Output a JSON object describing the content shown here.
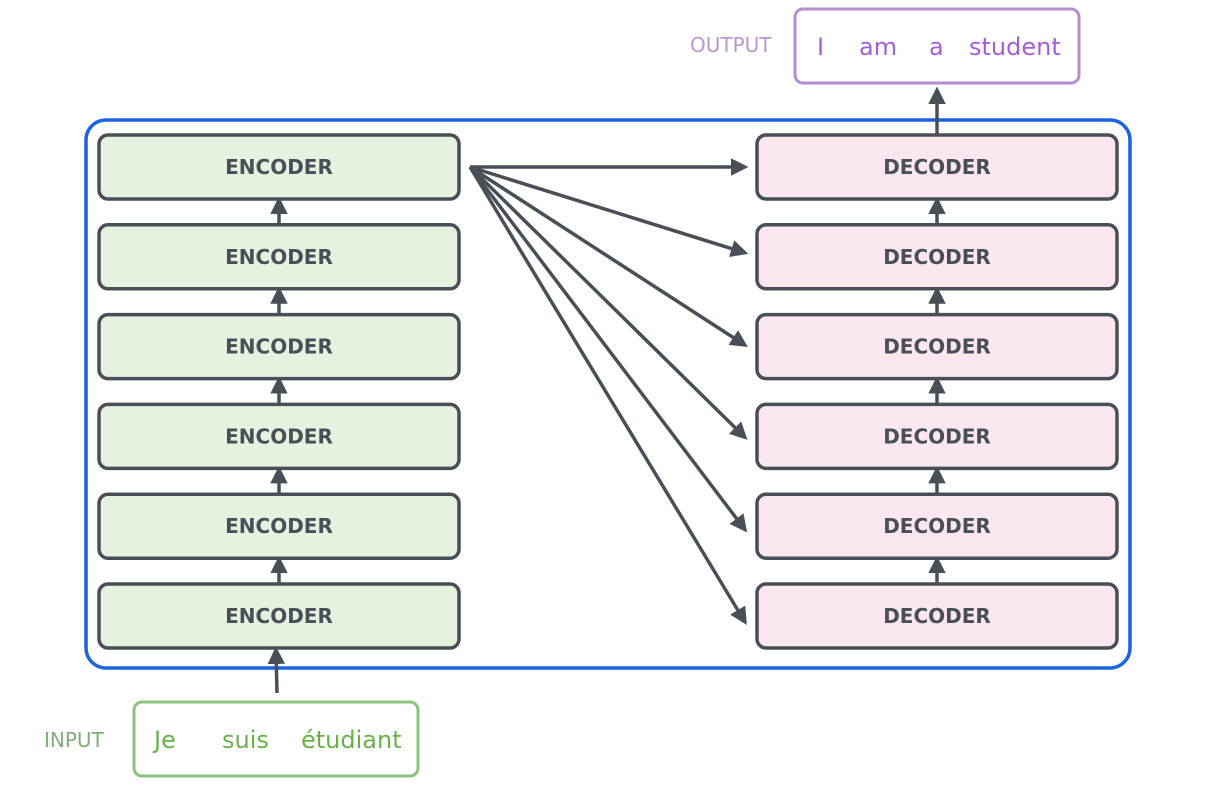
{
  "colors": {
    "frame": "#1a64e0",
    "arrow": "#4a4f57",
    "block_border": "#4a4f57",
    "encoder_fill": "#e6f2e0",
    "decoder_fill": "#fbe7ef",
    "input_color": "#6ab04c",
    "input_label_color": "#7fae78",
    "input_border": "#8cc27e",
    "output_color": "#a35fd4",
    "output_label_color": "#b896d1",
    "output_border": "#b48fd0"
  },
  "input": {
    "label": "INPUT",
    "words": [
      "Je",
      "suis",
      "étudiant"
    ]
  },
  "output": {
    "label": "OUTPUT",
    "words": [
      "I",
      "am",
      "a",
      "student"
    ]
  },
  "encoders": [
    {
      "label": "ENCODER"
    },
    {
      "label": "ENCODER"
    },
    {
      "label": "ENCODER"
    },
    {
      "label": "ENCODER"
    },
    {
      "label": "ENCODER"
    },
    {
      "label": "ENCODER"
    }
  ],
  "decoders": [
    {
      "label": "DECODER"
    },
    {
      "label": "DECODER"
    },
    {
      "label": "DECODER"
    },
    {
      "label": "DECODER"
    },
    {
      "label": "DECODER"
    },
    {
      "label": "DECODER"
    }
  ]
}
